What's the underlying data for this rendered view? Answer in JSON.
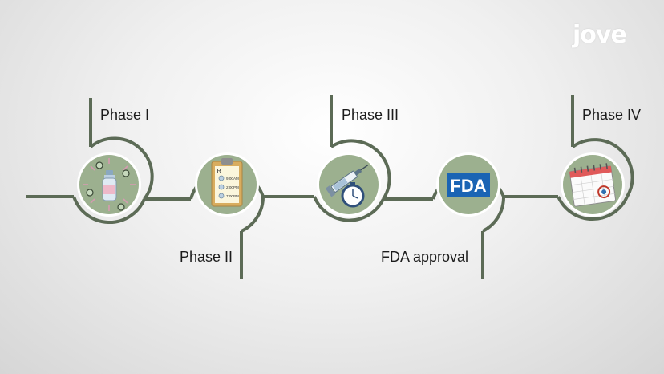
{
  "logo": {
    "text": "jove"
  },
  "colors": {
    "line": "#5c6b56",
    "circle_fill": "#9cb08f",
    "circle_ring": "#ffffff",
    "fda_blue": "#1a64b4",
    "clipboard": "#d9ad5f"
  },
  "stages": [
    {
      "label": "Phase I",
      "icon": "vial-icon"
    },
    {
      "label": "Phase II",
      "icon": "clipboard-schedule-icon"
    },
    {
      "label": "Phase III",
      "icon": "syringe-stopwatch-icon"
    },
    {
      "label": "FDA approval",
      "icon": "fda-logo-icon"
    },
    {
      "label": "Phase IV",
      "icon": "calendar-icon"
    }
  ],
  "schedule": {
    "rx": "R",
    "times": [
      "9:00AM",
      "2:00PM",
      "7:00PM"
    ]
  },
  "fda": {
    "text": "FDA"
  }
}
